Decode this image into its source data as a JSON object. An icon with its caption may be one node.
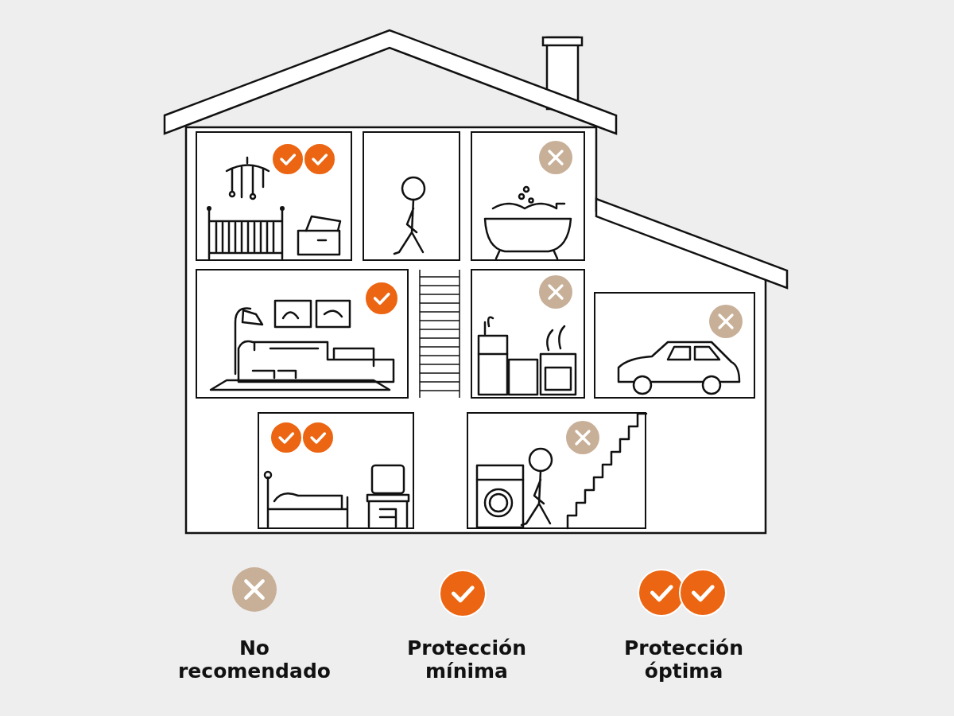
{
  "diagram": {
    "legend": [
      {
        "text": "No recomendado"
      },
      {
        "text": "Protección mínima"
      },
      {
        "text": "Protección óptima"
      }
    ]
  }
}
